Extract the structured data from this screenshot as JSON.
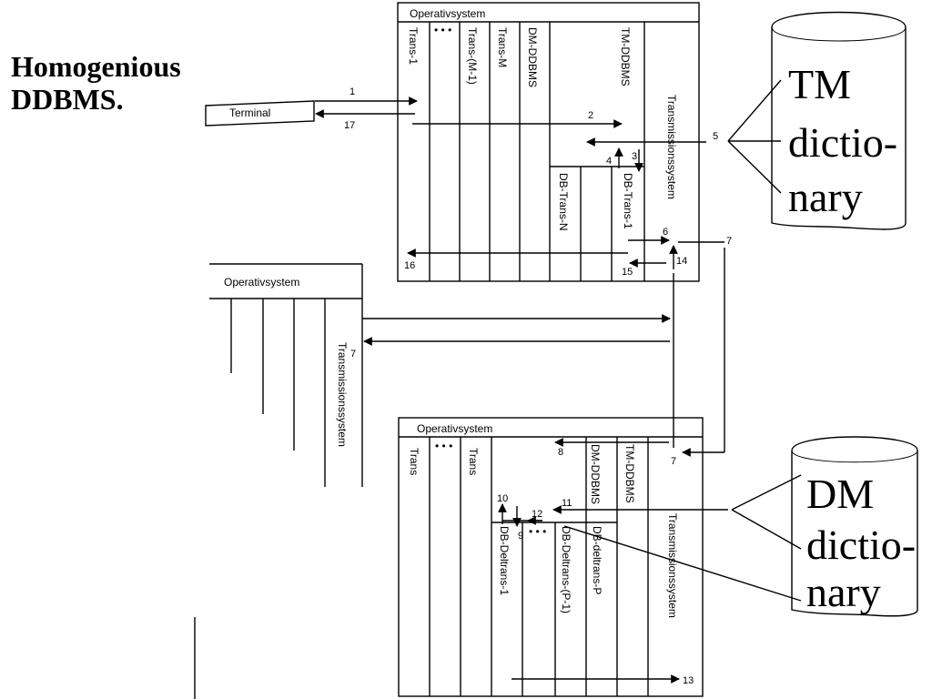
{
  "title": {
    "line1": "Homogenious",
    "line2": "DDBMS."
  },
  "site1": {
    "os_label": "Operativsystem",
    "columns": [
      "Trans-1",
      "• • •",
      "Trans-(M-1)",
      "Trans-M",
      "DM-DDBMS",
      "TM-DDBMS"
    ],
    "transmission": "Transmissionssystem",
    "db_trans": [
      "DB-Trans-N",
      "DB-Trans-1"
    ]
  },
  "terminal": "Terminal",
  "site2": {
    "os_label": "Operativsystem",
    "transmission": "Transmissionssystem"
  },
  "site3": {
    "os_label": "Operativsystem",
    "columns": [
      "Trans",
      "• • •",
      "Trans",
      "DM-DDBMS",
      "TM-DDBMS"
    ],
    "transmission": "Transmissionssystem",
    "db_deltrans": [
      "DB-Deltrans-1",
      "• • •",
      "DB-Deltrans-(P-1)",
      "DB-deltrans-P"
    ]
  },
  "tm_dictionary": {
    "line1": "TM",
    "line2": "dictio-",
    "line3": "nary"
  },
  "dm_dictionary": {
    "line1": "DM",
    "line2": "dictio-",
    "line3": "nary"
  },
  "step_numbers": {
    "n1": "1",
    "n2": "2",
    "n3": "3",
    "n4": "4",
    "n5": "5",
    "n6": "6",
    "n7a": "7",
    "n7b": "7",
    "n7c": "7",
    "n8": "8",
    "n9": "9",
    "n10": "10",
    "n11": "11",
    "n12": "12",
    "n13": "13",
    "n14": "14",
    "n15": "15",
    "n16": "16",
    "n17": "17"
  }
}
